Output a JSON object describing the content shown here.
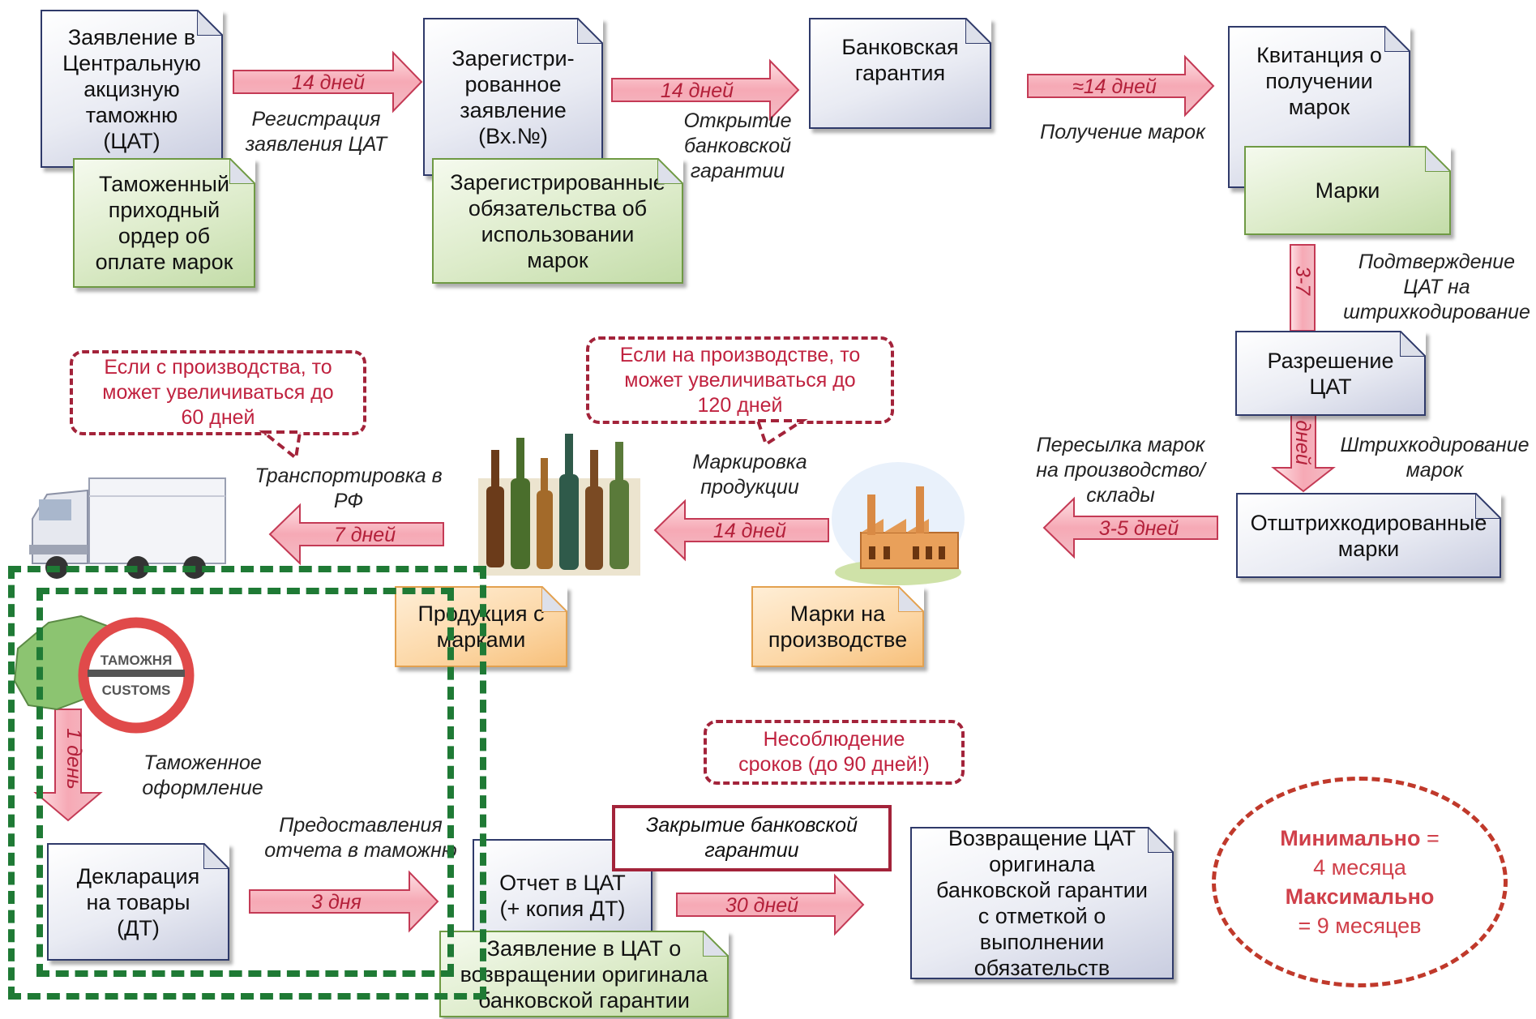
{
  "docs": {
    "application": "Заявление в\nЦентральную\nакцизную\nтаможню\n(ЦАТ)",
    "customs_order": "Таможенный\nприходный\nордер об\nоплате марок",
    "registered_application": "Зарегистри-\nрованное\nзаявление\n(Вх.№)",
    "registered_obligations": "Зарегистрированные\nобязательства об\nиспользовании\nмарок",
    "bank_guarantee": "Банковская\nгарантия",
    "receipt": "Квитанция о\nполучении\nмарок",
    "stamps": "Марки",
    "permission": "Разрешение\nЦАТ",
    "barcoded_stamps": "Отштрихкодированные\nмарки",
    "stamps_at_production": "Марки на\nпроизводстве",
    "products_with_stamps": "Продукция с\nмарками",
    "declaration": "Декларация\nна товары\n(ДТ)",
    "report": "Отчет в ЦАТ\n(+ копия ДТ)",
    "return_application": "Заявление в ЦАТ о\nвозвращении оригинала\nбанковской гарантии",
    "returned_guarantee": "Возвращение ЦАТ\nоригинала\nбанковской гарантии\nс отметкой о\nвыполнении\nобязательств"
  },
  "arrows": {
    "a1": "14 дней",
    "a2": "14 дней",
    "a3": "≈14 дней",
    "a4": "3-7",
    "a5": "дней",
    "a6": "3-5 дней",
    "a7": "14 дней",
    "a8": "7 дней",
    "a9": "1 день",
    "a10": "3 дня",
    "a11": "30 дней"
  },
  "labels": {
    "registration": "Регистрация\nзаявления ЦАТ",
    "opening": "Открытие\nбанковской\nгарантии",
    "receiving": "Получение марок",
    "confirmation": "Подтверждение\nЦАТ на\nштрихкодирование",
    "barcoding": "Штрихкодирование\nмарок",
    "sending": "Пересылка марок\nна производство/\nсклады",
    "marking": "Маркировка\nпродукции",
    "transport": "Транспортировка в\nРФ",
    "clearance": "Таможенное\nоформление",
    "report_submit": "Предоставления\nотчета в таможню"
  },
  "notes": {
    "production_import": "Если с производства, то\nможет увеличиваться до\n60 дней",
    "production_local": "Если на производстве, то\nможет увеличиваться до\n120 дней",
    "violation": "Несоблюдение\nсроков (до 90 дней!)"
  },
  "closing_guarantee": "Закрытие банковской\nгарантии",
  "customs_sign": {
    "top": "ТАМОЖНЯ",
    "bottom": "CUSTOMS"
  },
  "summary": {
    "min_label": "Минимально",
    "min_value": "4 месяца",
    "max_label": "Максимально",
    "max_value": "9 месяцев"
  },
  "colors": {
    "arrow_fill": "#f7b7c0",
    "arrow_stroke": "#c43a55",
    "accent_red": "#a3233a",
    "dash_green": "#1f7a35"
  }
}
